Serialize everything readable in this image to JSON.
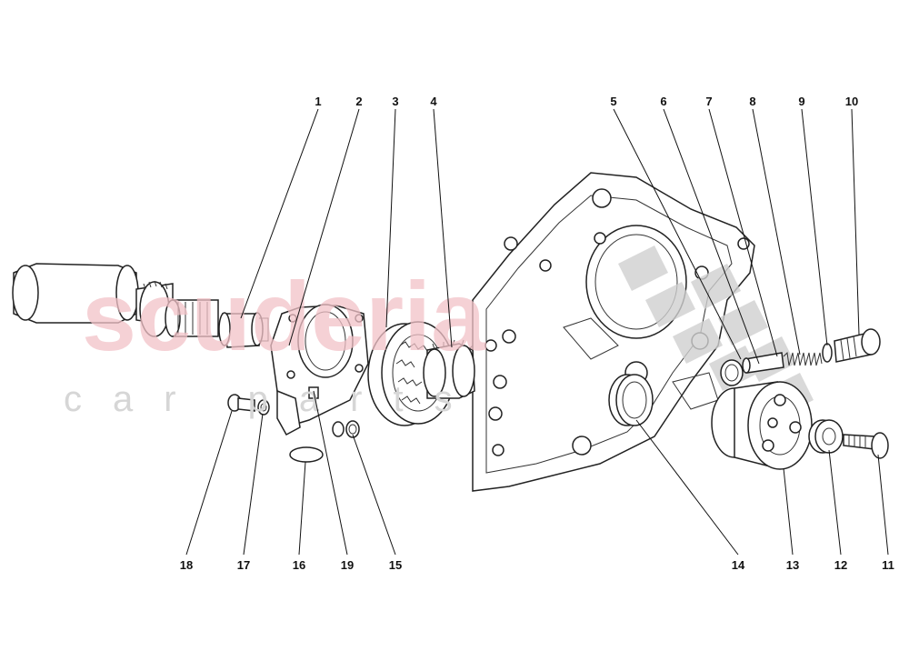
{
  "watermark": {
    "brand": "scuderia",
    "subtitle": "car parts",
    "flag_colors": [
      "#d0d0d0",
      "#ffffff"
    ]
  },
  "callouts": [
    "1",
    "2",
    "3",
    "4",
    "5",
    "6",
    "7",
    "8",
    "9",
    "10",
    "11",
    "12",
    "13",
    "14",
    "15",
    "16",
    "17",
    "18",
    "19"
  ],
  "colors": {
    "line": "#111111",
    "watermark_pink": "#f2c2c8",
    "watermark_grey": "#d6d6d6"
  }
}
